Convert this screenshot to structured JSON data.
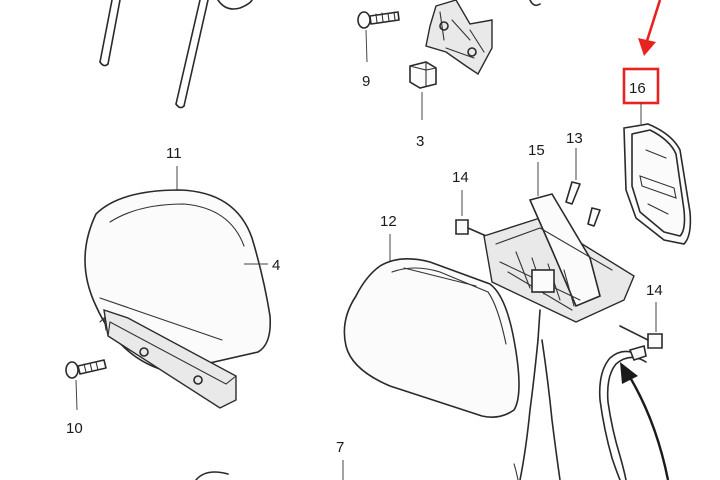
{
  "diagram": {
    "callouts": {
      "c9": "9",
      "c3": "3",
      "c16": "16",
      "c13": "13",
      "c11": "11",
      "c15": "15",
      "c14a": "14",
      "c4": "4",
      "c12": "12",
      "c14b": "14",
      "c10": "10",
      "c7": "7"
    },
    "highlight_color": "#e8231f",
    "line_color": "#2a2a2a"
  }
}
